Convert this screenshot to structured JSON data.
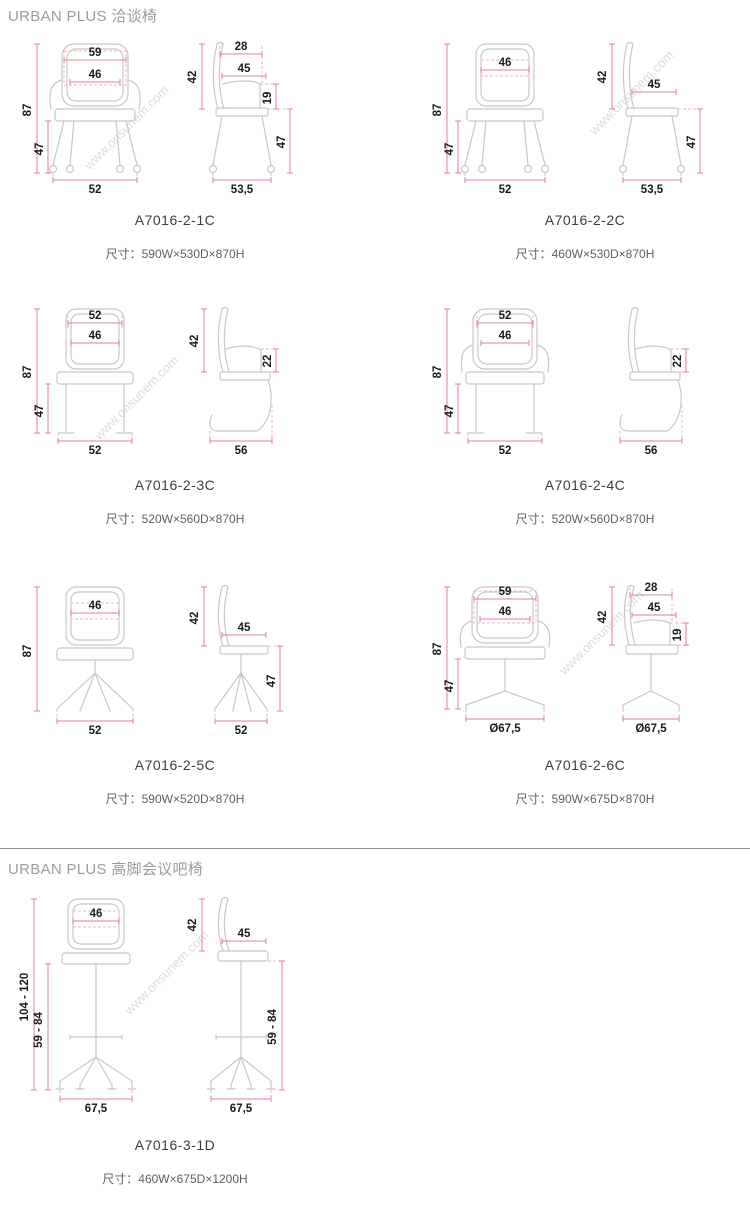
{
  "watermark": "www.onsunem.com",
  "sections": [
    {
      "title": "URBAN PLUS 洽谈椅",
      "items": [
        {
          "model": "A7016-2-1C",
          "size": "尺寸：590W×530D×870H",
          "dims": {
            "f_top": "59",
            "f_inner": "46",
            "f_height": "87",
            "f_seat": "47",
            "f_width": "52",
            "s_back": "42",
            "s_top": "28",
            "s_depth": "45",
            "s_arm": "19",
            "s_seat": "47",
            "s_width": "53,5"
          }
        },
        {
          "model": "A7016-2-2C",
          "size": "尺寸：460W×530D×870H",
          "dims": {
            "f_inner": "46",
            "f_height": "87",
            "f_seat": "47",
            "f_width": "52",
            "s_back": "42",
            "s_depth": "45",
            "s_seat": "47",
            "s_width": "53,5"
          }
        },
        {
          "model": "A7016-2-3C",
          "size": "尺寸：520W×560D×870H",
          "dims": {
            "f_top": "52",
            "f_inner": "46",
            "f_height": "87",
            "f_seat": "47",
            "f_width": "52",
            "s_back": "42",
            "s_arm": "22",
            "s_width": "56"
          }
        },
        {
          "model": "A7016-2-4C",
          "size": "尺寸：520W×560D×870H",
          "dims": {
            "f_top": "52",
            "f_inner": "46",
            "f_height": "87",
            "f_seat": "47",
            "f_width": "52",
            "s_arm": "22",
            "s_width": "56"
          }
        },
        {
          "model": "A7016-2-5C",
          "size": "尺寸：590W×520D×870H",
          "dims": {
            "f_inner": "46",
            "f_height": "87",
            "f_width": "52",
            "s_back": "42",
            "s_depth": "45",
            "s_seat": "47",
            "s_width": "52"
          }
        },
        {
          "model": "A7016-2-6C",
          "size": "尺寸：590W×675D×870H",
          "dims": {
            "f_top": "59",
            "f_inner": "46",
            "f_height": "87",
            "f_seat": "47",
            "f_width": "Ø67,5",
            "s_top": "28",
            "s_depth": "45",
            "s_arm": "19",
            "s_back": "42",
            "s_width": "Ø67,5"
          }
        }
      ]
    },
    {
      "title": "URBAN PLUS 高脚会议吧椅",
      "items": [
        {
          "model": "A7016-3-1D",
          "size": "尺寸：460W×675D×1200H",
          "dims": {
            "f_inner": "46",
            "f_height": "104 - 120",
            "f_seat": "59 - 84",
            "f_width": "67,5",
            "s_back": "42",
            "s_depth": "45",
            "s_seat": "59 - 84",
            "s_width": "67,5"
          }
        }
      ]
    }
  ]
}
